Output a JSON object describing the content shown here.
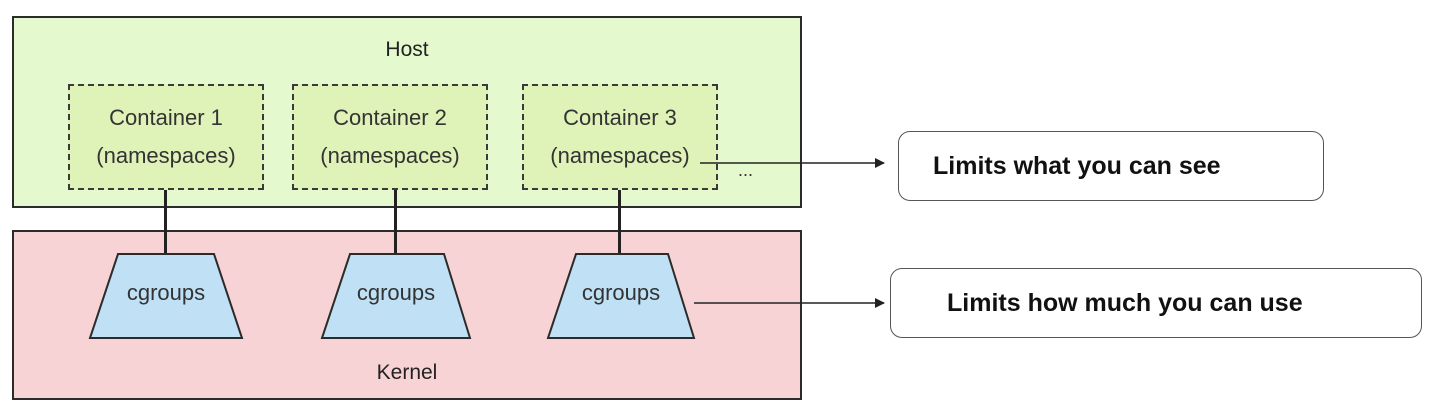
{
  "host": {
    "label": "Host"
  },
  "kernel": {
    "label": "Kernel"
  },
  "containers": [
    {
      "name": "Container 1",
      "sub": "(namespaces)"
    },
    {
      "name": "Container 2",
      "sub": "(namespaces)"
    },
    {
      "name": "Container 3",
      "sub": "(namespaces)"
    }
  ],
  "ellipsis": "...",
  "cgroups": [
    {
      "label": "cgroups"
    },
    {
      "label": "cgroups"
    },
    {
      "label": "cgroups"
    }
  ],
  "callouts": {
    "see": "Limits what you can see",
    "use": "Limits how much you can use"
  },
  "colors": {
    "host_fill": "#e4f9cd",
    "container_fill": "#dff2b8",
    "kernel_fill": "#f8d3d6",
    "cgroup_fill": "#bfe0f5"
  }
}
